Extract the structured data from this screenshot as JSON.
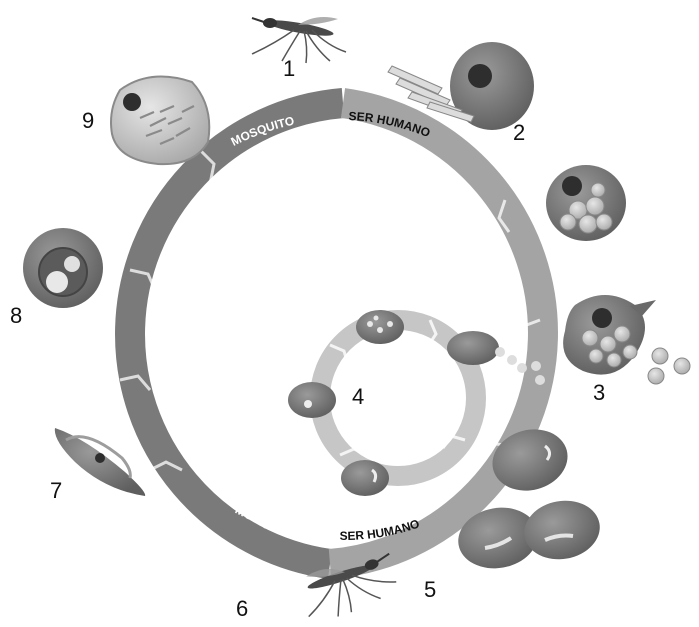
{
  "cycle": {
    "upper_labels": {
      "mosquito": "MOSQUITO",
      "human": "SER HUMANO"
    },
    "lower_labels": {
      "mosquito": "MOSQUITO",
      "human": "SER HUMANO"
    }
  },
  "stages": [
    {
      "number": "1",
      "icon": "mosquito-icon"
    },
    {
      "number": "2",
      "icon": "liver-cell-with-sporozoites-icon"
    },
    {
      "number": "3",
      "icon": "ruptured-schizont-icon"
    },
    {
      "number": "4",
      "icon": "red-blood-cell-cycle-icon"
    },
    {
      "number": "5",
      "icon": "gametocyte-red-cells-icon"
    },
    {
      "number": "6",
      "icon": "mosquito-icon"
    },
    {
      "number": "7",
      "icon": "ookinete-icon"
    },
    {
      "number": "8",
      "icon": "oocyst-icon"
    },
    {
      "number": "9",
      "icon": "sporozoite-cyst-icon"
    }
  ],
  "colors": {
    "mosquito_band": "#7a7a7a",
    "human_band": "#a8a8a8",
    "inner_loop": "#c9c9c9",
    "cell_dark": "#707070",
    "cell_light": "#bdbdbd"
  }
}
